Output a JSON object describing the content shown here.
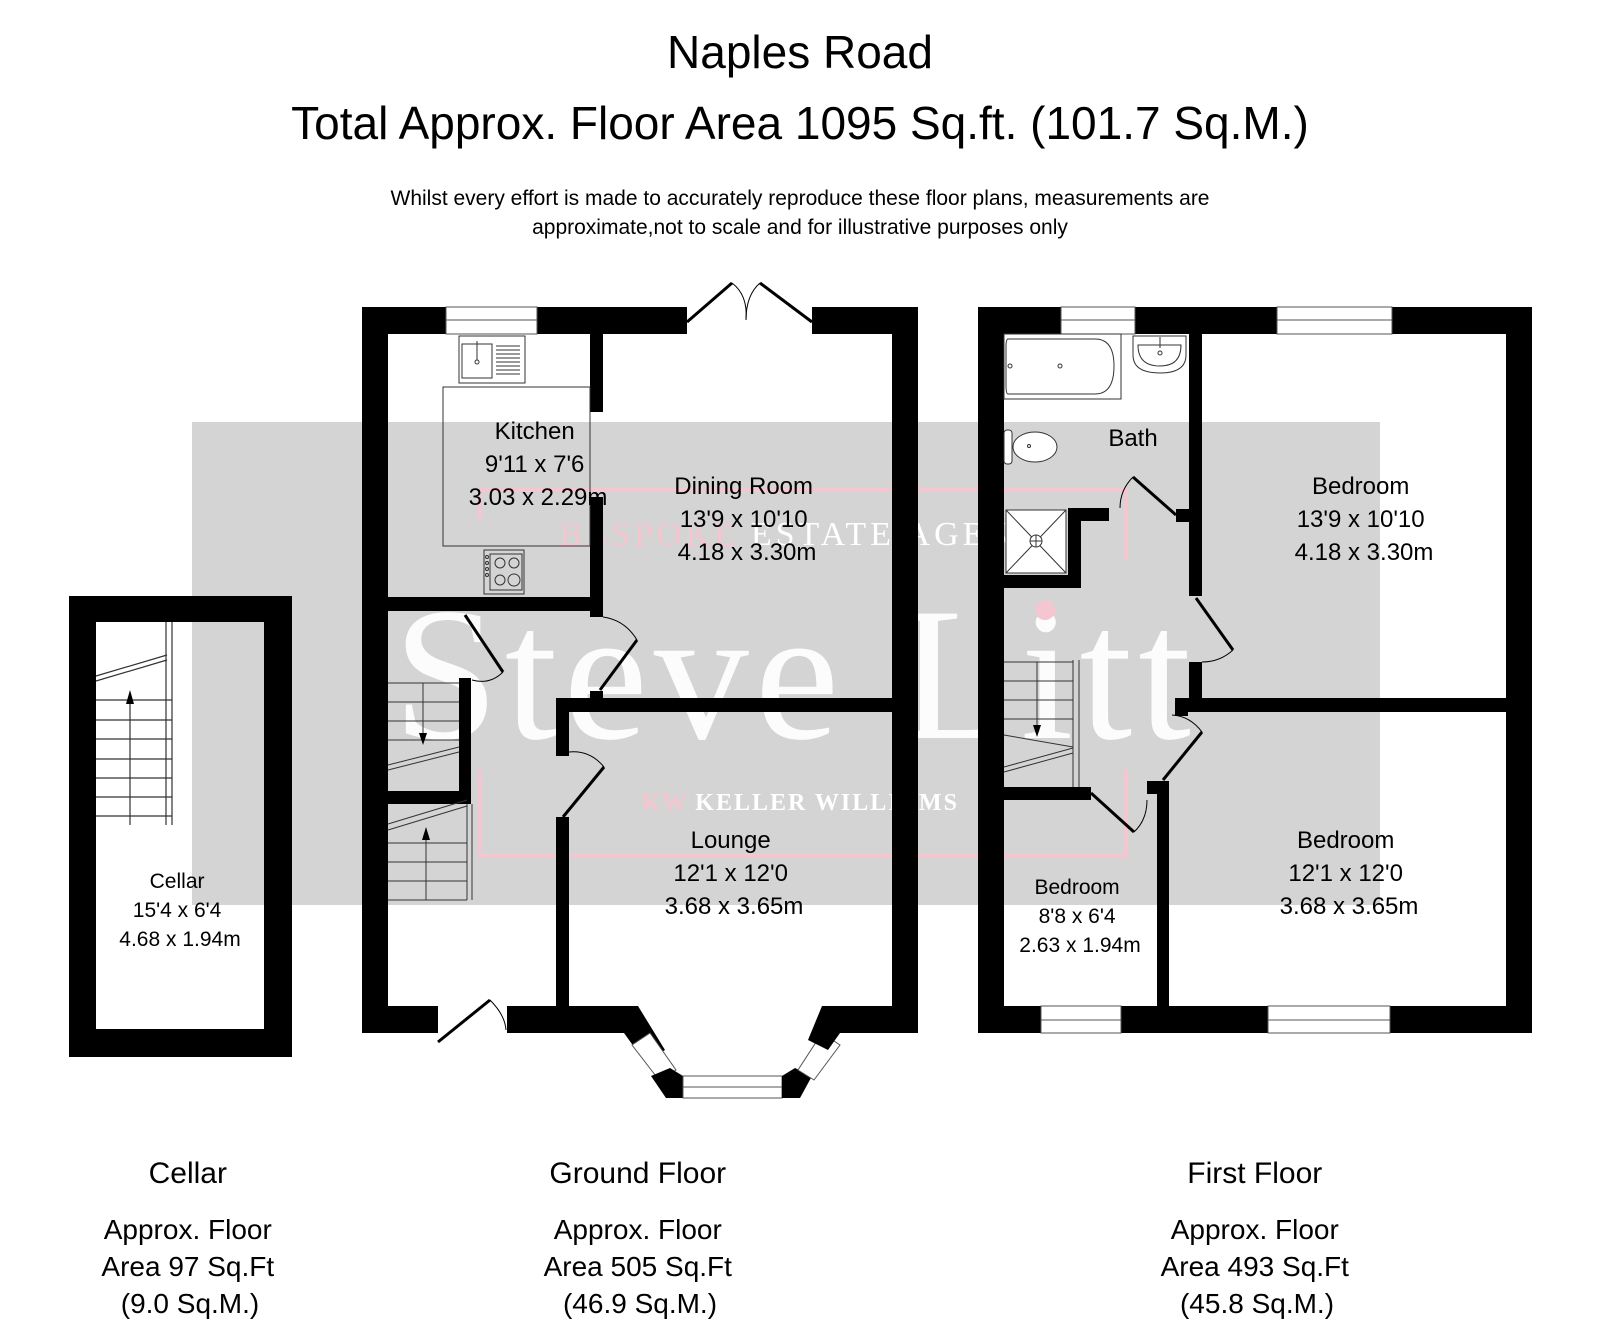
{
  "header": {
    "title": "Naples Road",
    "total_area": "Total Approx. Floor Area 1095 Sq.ft. (101.7 Sq.M.)",
    "disclaimer_line1": "Whilst every effort is made to accurately reproduce these floor plans, measurements are",
    "disclaimer_line2": "approximate,not to scale and for illustrative purposes only"
  },
  "watermark": {
    "tagline_pink": "BESPOKE",
    "tagline_white": "ESTATE AGENT",
    "brand": "Steve Litt",
    "partner_mark": "KW",
    "partner_name": "KELLER WILLIAMS",
    "pink_color": "#f4c6cf",
    "box_color": "#d4d4d4"
  },
  "rooms": {
    "kitchen": {
      "name": "Kitchen",
      "imperial": "9'11 x 7'6",
      "metric": "3.03 x 2.29m"
    },
    "dining": {
      "name": "Dining Room",
      "imperial": "13'9 x 10'10",
      "metric": "4.18 x 3.30m"
    },
    "lounge": {
      "name": "Lounge",
      "imperial": "12'1 x 12'0",
      "metric": "3.68 x 3.65m"
    },
    "cellar": {
      "name": "Cellar",
      "imperial": "15'4 x 6'4",
      "metric": "4.68 x 1.94m"
    },
    "bath": {
      "name": "Bath"
    },
    "bedroom1": {
      "name": "Bedroom",
      "imperial": "13'9 x 10'10",
      "metric": "4.18 x 3.30m"
    },
    "bedroom2": {
      "name": "Bedroom",
      "imperial": "12'1 x 12'0",
      "metric": "3.68 x 3.65m"
    },
    "bedroom3": {
      "name": "Bedroom",
      "imperial": "8'8 x 6'4",
      "metric": "2.63 x 1.94m"
    }
  },
  "floors": [
    {
      "name": "Cellar",
      "area_line1": "Approx. Floor",
      "area_line2": "Area 97 Sq.Ft",
      "area_line3": "(9.0 Sq.M.)"
    },
    {
      "name": "Ground Floor",
      "area_line1": "Approx. Floor",
      "area_line2": "Area 505 Sq.Ft",
      "area_line3": "(46.9 Sq.M.)"
    },
    {
      "name": "First Floor",
      "area_line1": "Approx. Floor",
      "area_line2": "Area 493 Sq.Ft",
      "area_line3": "(45.8 Sq.M.)"
    }
  ]
}
